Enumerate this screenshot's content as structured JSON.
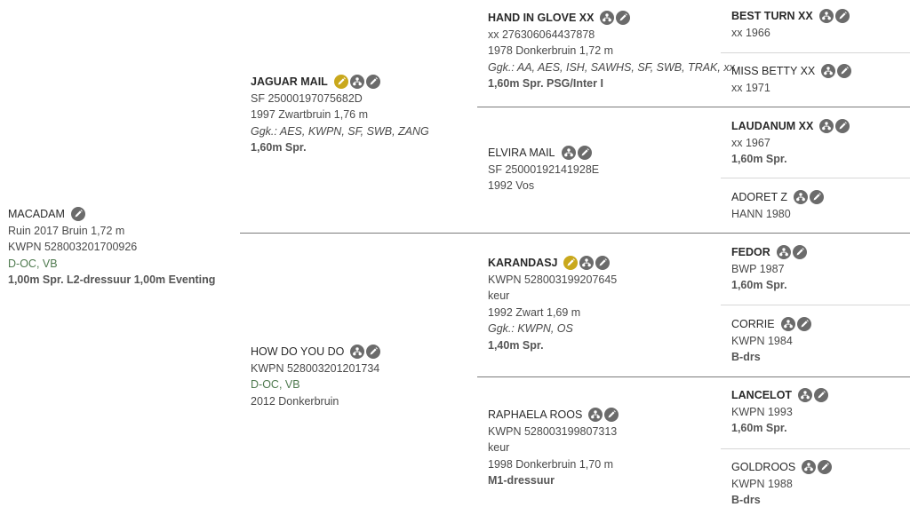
{
  "subject": {
    "name": "MACADAM",
    "line1": "Ruin 2017 Bruin 1,72 m",
    "line2": "KWPN 528003201700926",
    "line3": "D-OC, VB",
    "line4": "1,00m Spr. L2-dressuur 1,00m Eventing"
  },
  "sire": {
    "name": "JAGUAR MAIL",
    "line1": "SF 25000197075682D",
    "line2": "1997 Zwartbruin 1,76 m",
    "line3": "Ggk.: AES, KWPN, SF, SWB, ZANG",
    "line4": "1,60m Spr."
  },
  "dam": {
    "name": "HOW DO YOU DO",
    "line1": "KWPN 528003201201734",
    "line2": "D-OC, VB",
    "line3": "2012 Donkerbruin"
  },
  "ss": {
    "name": "HAND IN GLOVE XX",
    "line1": "xx 276306064437878",
    "line2": "1978 Donkerbruin 1,72 m",
    "line3": "Ggk.: AA, AES, ISH, SAWHS, SF, SWB, TRAK, xx",
    "line4": "1,60m Spr. PSG/Inter I"
  },
  "sd": {
    "name": "ELVIRA MAIL",
    "line1": "SF 25000192141928E",
    "line2": "1992 Vos"
  },
  "ds": {
    "name": "KARANDASJ",
    "line1": "KWPN 528003199207645",
    "line2": "keur",
    "line3": "1992 Zwart 1,69 m",
    "line4": "Ggk.: KWPN, OS",
    "line5": "1,40m Spr."
  },
  "dd": {
    "name": "RAPHAELA ROOS",
    "line1": "KWPN 528003199807313",
    "line2": "keur",
    "line3": "1998 Donkerbruin 1,70 m",
    "line4": "M1-dressuur"
  },
  "sss": {
    "name": "BEST TURN XX",
    "line1": "xx 1966"
  },
  "ssd": {
    "name": "MISS BETTY XX",
    "line1": "xx 1971"
  },
  "sds": {
    "name": "LAUDANUM XX",
    "line1": "xx 1967",
    "line2": "1,60m Spr."
  },
  "sdd": {
    "name": "ADORET Z",
    "line1": "HANN 1980"
  },
  "dss": {
    "name": "FEDOR",
    "line1": "BWP 1987",
    "line2": "1,60m Spr."
  },
  "dsd": {
    "name": "CORRIE",
    "line1": "KWPN 1984",
    "line2": "B-drs"
  },
  "dds": {
    "name": "LANCELOT",
    "line1": "KWPN 1993",
    "line2": "1,60m Spr."
  },
  "ddd": {
    "name": "GOLDROOS",
    "line1": "KWPN 1988",
    "line2": "B-drs"
  },
  "icons": {
    "pedigree": "pedigree-icon",
    "edit": "edit-pencil-icon",
    "gold": "#c9a81c",
    "grey": "#6b6b6b"
  }
}
